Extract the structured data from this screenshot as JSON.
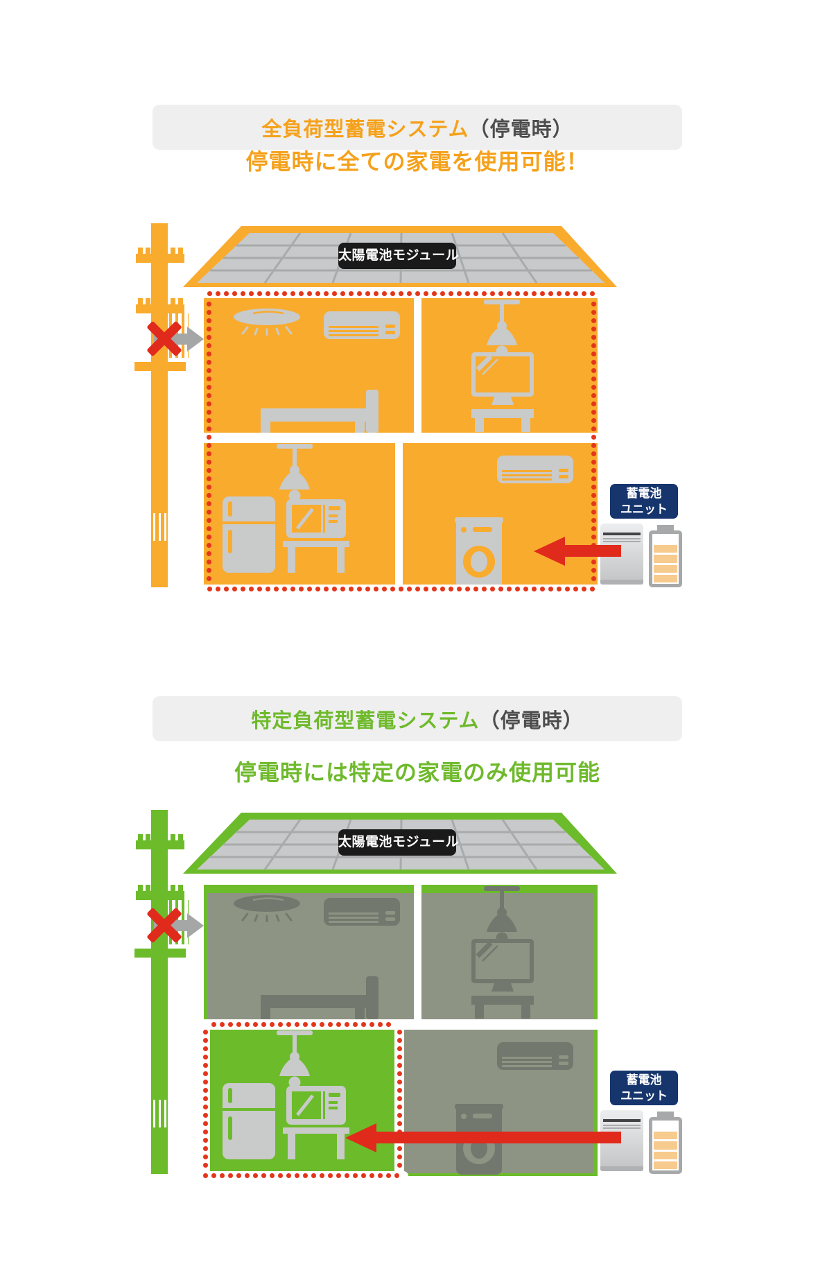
{
  "colors": {
    "orange": "#F9AB2E",
    "orange_text": "#F5A11B",
    "green": "#6CBB2A",
    "green_text": "#6FBA2C",
    "dim_room": "#8E9483",
    "dim_icon": "#73786E",
    "icon_gray": "#C9CACA",
    "panel_gray": "#C8C9CA",
    "panel_line": "#A9AAAB",
    "red": "#E02A1C",
    "red_dot": "#E3361B",
    "navy": "#16356D",
    "header_bg": "#EFEFEF",
    "title_gray": "#4D4D4D",
    "battery_cell": "#F7CA8D",
    "arrow_gray": "#A5A6A6",
    "label_black": "#1A1A1A"
  },
  "section_full": {
    "title_main": "全負荷型蓄電システム",
    "title_suffix": "（停電時）",
    "subtitle": "停電時に全ての家電を使用可能！",
    "roof_label": "太陽電池モジュール",
    "battery_label_line1": "蓄電池",
    "battery_label_line2": "ユニット"
  },
  "section_specific": {
    "title_main": "特定負荷型蓄電システム",
    "title_suffix": "（停電時）",
    "subtitle": "停電時には特定の家電のみ使用可能",
    "roof_label": "太陽電池モジュール",
    "battery_label_line1": "蓄電池",
    "battery_label_line2": "ユニット"
  }
}
